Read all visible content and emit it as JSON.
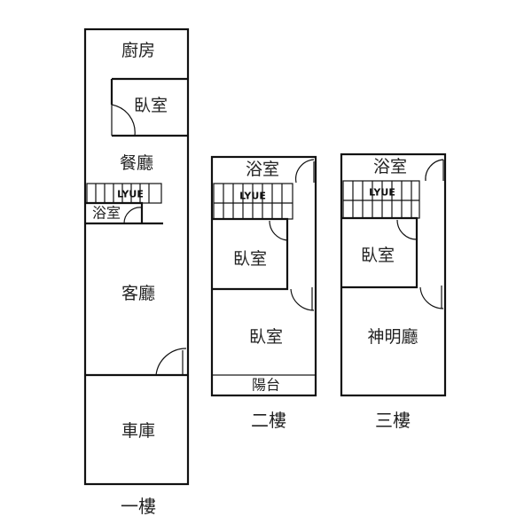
{
  "floors": {
    "first": {
      "label": "一樓",
      "rooms": {
        "kitchen": "廚房",
        "bedroom": "臥室",
        "dining": "餐廳",
        "bath": "浴室",
        "living": "客廳",
        "garage": "車庫"
      },
      "logo": "LYUE"
    },
    "second": {
      "label": "二樓",
      "rooms": {
        "bath": "浴室",
        "bedroom_small": "臥室",
        "bedroom_large": "臥室",
        "balcony": "陽台"
      },
      "logo": "LYUE"
    },
    "third": {
      "label": "三樓",
      "rooms": {
        "bath": "浴室",
        "bedroom": "臥室",
        "shrine_hall": "神明廳"
      },
      "logo": "LYUE"
    }
  }
}
